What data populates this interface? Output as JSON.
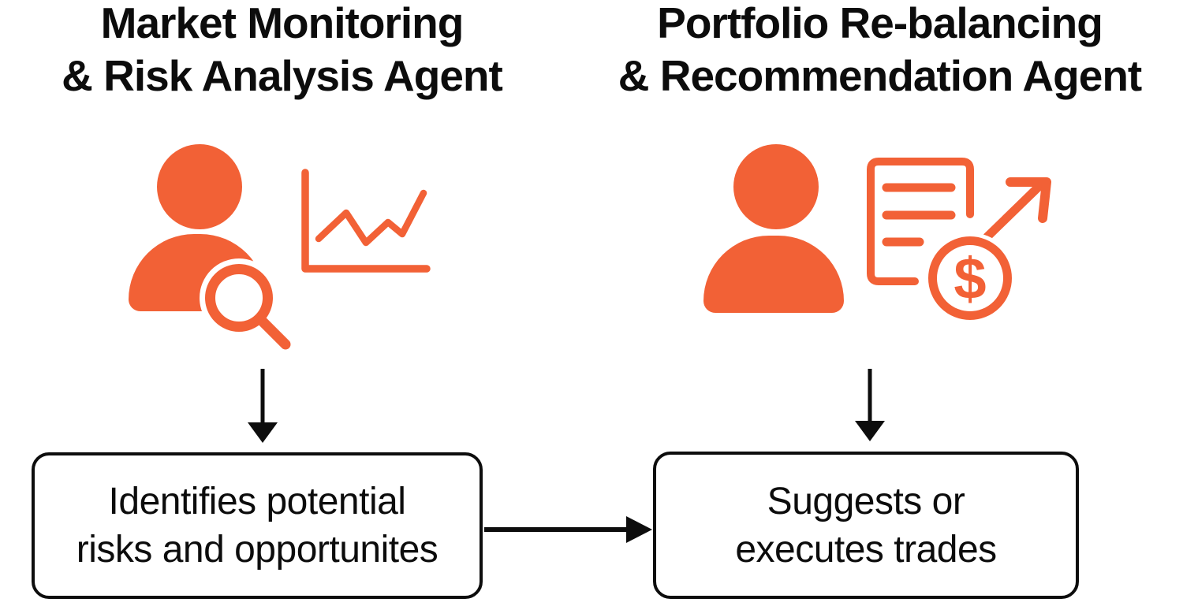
{
  "diagram": {
    "background_color": "#ffffff",
    "accent_color": "#F26136",
    "text_color": "#0c0c0c",
    "agents": [
      {
        "id": "market-monitoring-risk-analysis",
        "title": {
          "line1": "Market Monitoring",
          "line2": "& Risk Analysis Agent"
        },
        "icons": [
          "person-icon",
          "magnifier-icon",
          "line-chart-icon"
        ],
        "connector": "down-arrow",
        "box": {
          "line1": "Identifies potential",
          "line2": "risks and opportunites"
        }
      },
      {
        "id": "portfolio-rebalancing-recommendation",
        "title": {
          "line1": "Portfolio Re-balancing",
          "line2": "& Recommendation Agent"
        },
        "icons": [
          "person-icon",
          "document-icon",
          "trend-up-arrow-icon",
          "dollar-coin-icon"
        ],
        "connector": "down-arrow",
        "box": {
          "line1": "Suggests or",
          "line2": "executes trades"
        }
      }
    ],
    "flow_arrow": "left-box-to-right-box",
    "coin_symbol": "$"
  }
}
